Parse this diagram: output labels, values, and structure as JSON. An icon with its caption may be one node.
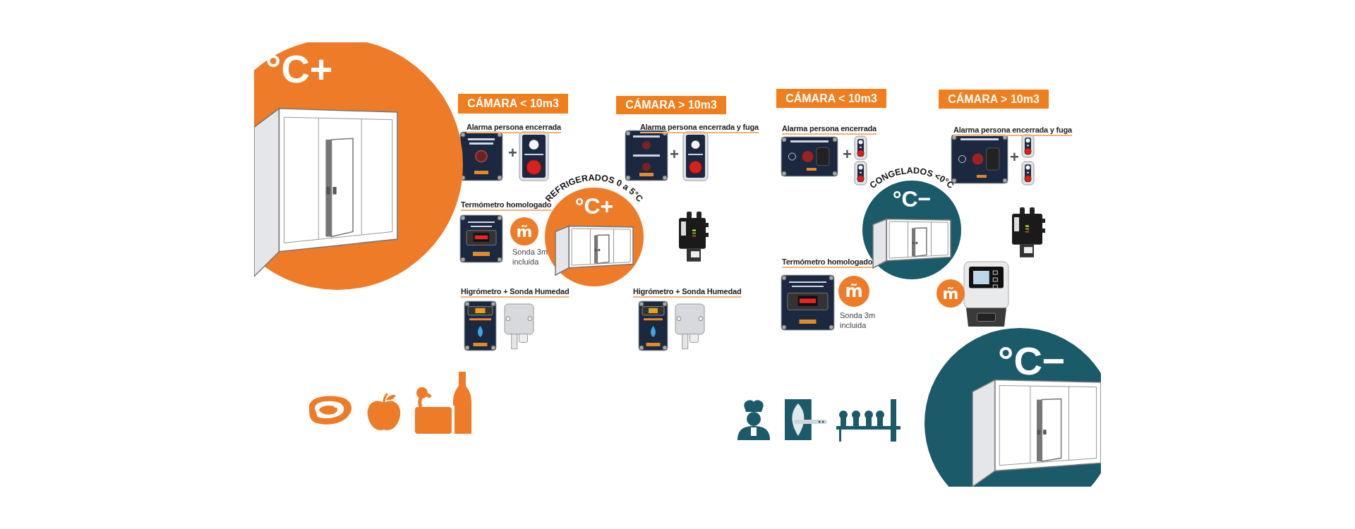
{
  "diagram": {
    "nodes": [
      {
        "text": [
          "°C+"
        ]
      },
      {
        "text": [
          "CÁMARA < 10m3"
        ]
      },
      {
        "text": [
          "CÁMARA > 10m3"
        ]
      },
      {
        "text": [
          "REFRIGERADOS 0 a 5°C",
          "°C+"
        ]
      },
      {
        "text": [
          "m̃"
        ],
        "beside": [
          "Sonda 3m incluida"
        ]
      },
      {
        "text": [
          "CÁMARA < 10m3"
        ]
      },
      {
        "text": [
          "CÁMARA > 10m3"
        ]
      },
      {
        "text": [
          "CONGELADOS <0°C",
          "°C−"
        ]
      },
      {
        "text": [
          "m̃"
        ],
        "beside": [
          "Sonda 3m incluida"
        ]
      },
      {
        "text": [
          "m̃"
        ]
      },
      {
        "text": [
          "°C−"
        ]
      }
    ],
    "labels": [
      "Alarma persona encerrada",
      "Alarma persona encerrada y fuga",
      "+",
      "+",
      "Alarma persona encerrada",
      "Alarma persona encerrada y fuga",
      "+",
      "+",
      "Termómetro homologado",
      "Higrómetro + Sonda Humedad",
      "Higrómetro + Sonda Humedad",
      "Termómetro homologado"
    ]
  }
}
